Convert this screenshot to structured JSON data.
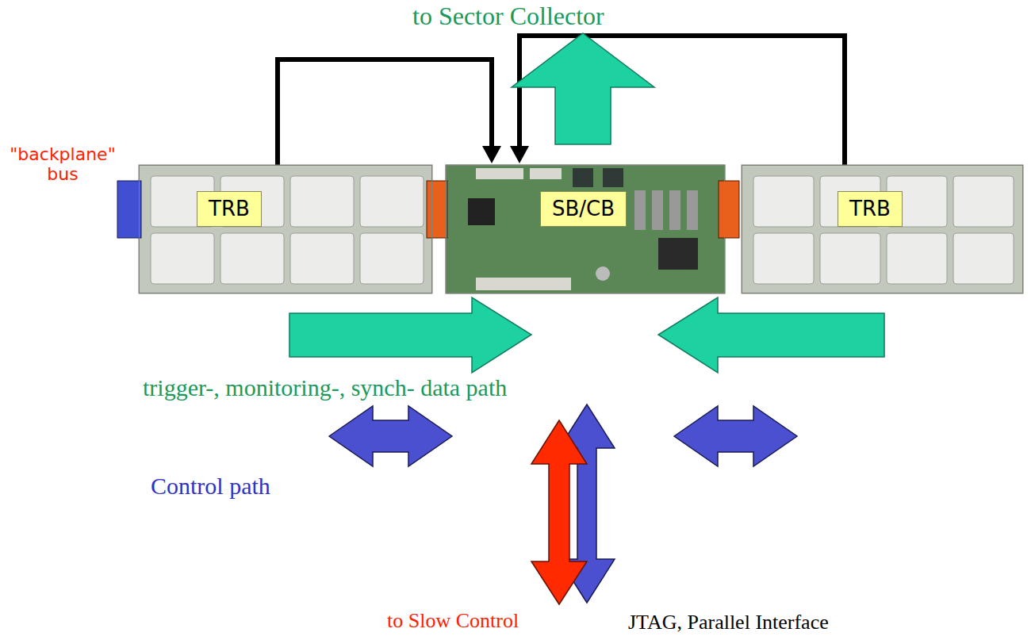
{
  "diagram": {
    "nodes": [
      {
        "text": [
          "TRB"
        ]
      },
      {
        "text": [
          "SB/CB"
        ]
      },
      {
        "text": [
          "TRB"
        ]
      }
    ],
    "edges": [
      {
        "from": 0,
        "to": 1,
        "arrow": "to"
      },
      {
        "from": 2,
        "to": 1,
        "arrow": "to"
      }
    ],
    "labels": [
      "to Sector Collector",
      "\"backplane\" bus",
      "trigger-, monitoring-, synch- data path",
      "Control path",
      "to Slow Control",
      "JTAG, Parallel Interface"
    ]
  }
}
